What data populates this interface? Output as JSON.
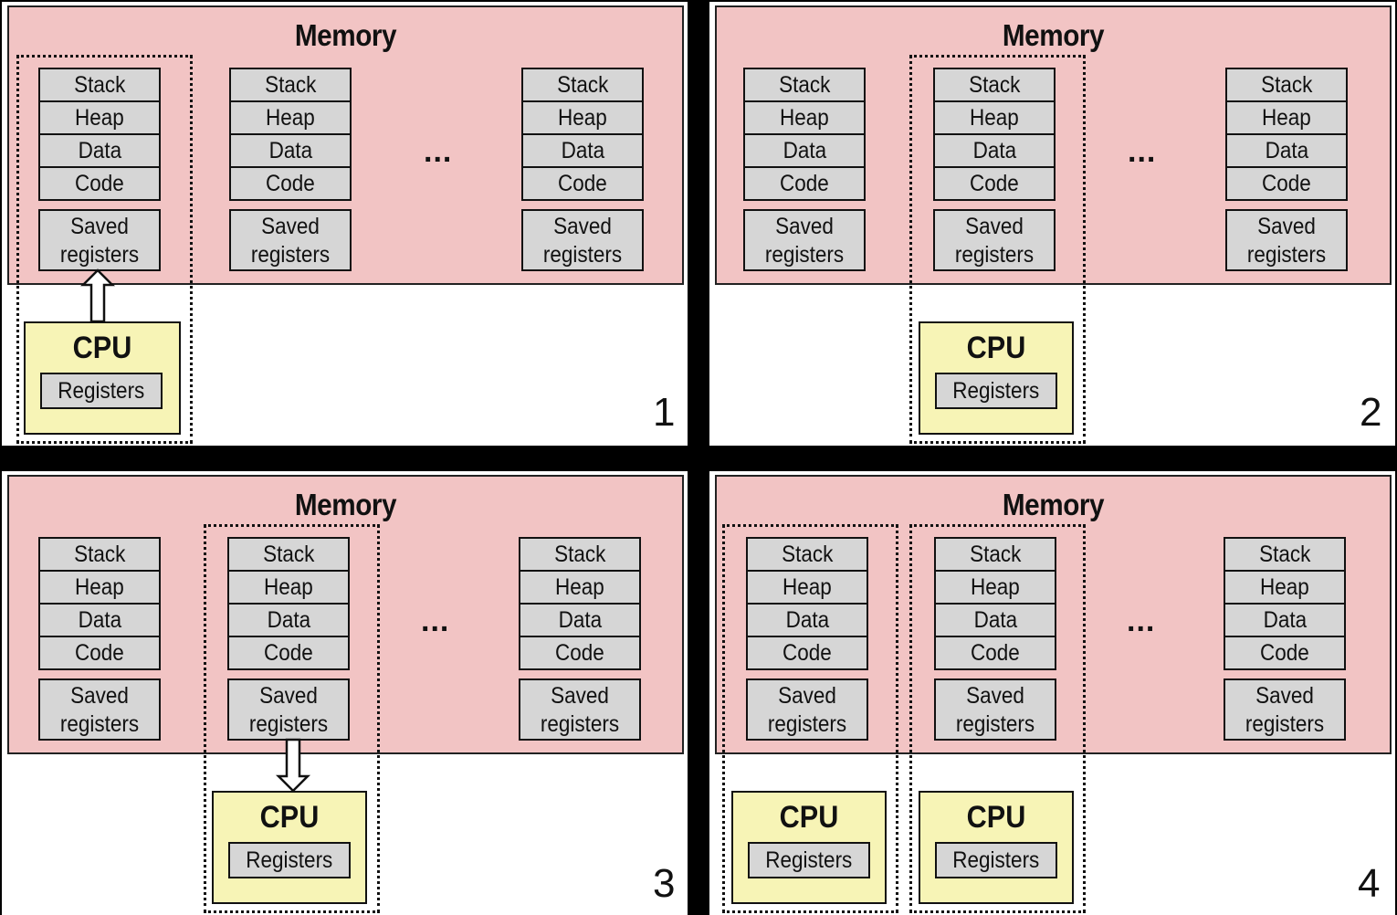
{
  "memory_title": "Memory",
  "segments": [
    "Stack",
    "Heap",
    "Data",
    "Code"
  ],
  "saved": {
    "line1": "Saved",
    "line2": "registers"
  },
  "ellipsis": "...",
  "cpu_label": "CPU",
  "registers_label": "Registers",
  "panel_numbers": [
    "1",
    "2",
    "3",
    "4"
  ]
}
